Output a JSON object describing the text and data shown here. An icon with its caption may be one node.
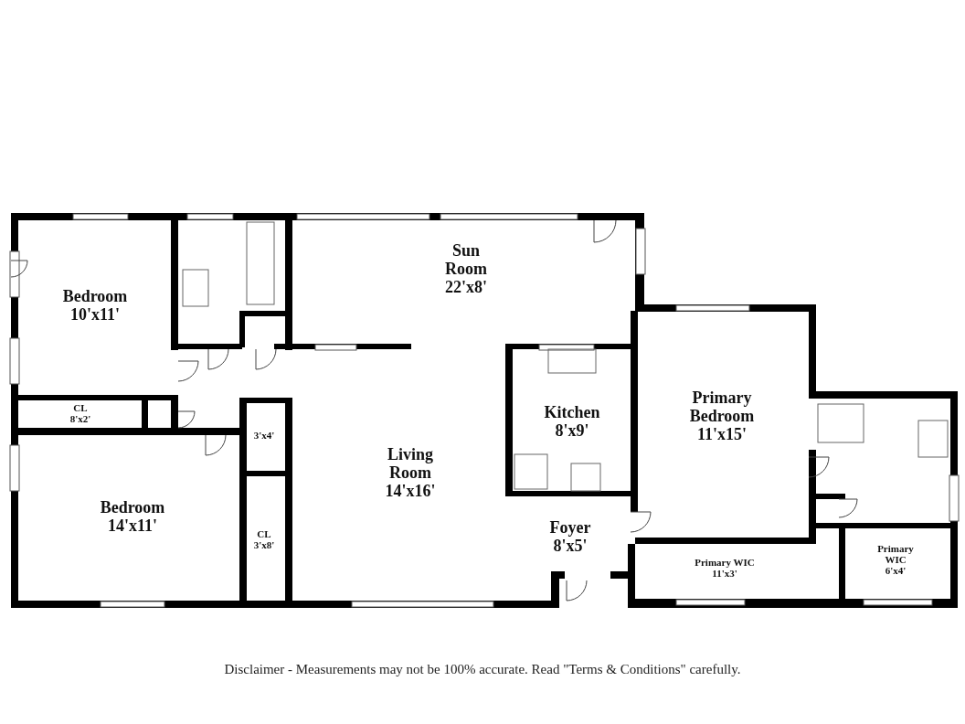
{
  "diagram": {
    "caption": "Disclaimer - Measurements may not be 100% accurate. Read \"Terms & Conditions\" carefully.",
    "nodes": [
      {
        "text": [
          "Bedroom",
          "10'x11'"
        ]
      },
      {
        "text": [
          "CL",
          "8'x2'"
        ]
      },
      {
        "text": [
          "Bedroom",
          "14'x11'"
        ]
      },
      {
        "text": [
          "3'x4'"
        ]
      },
      {
        "text": [
          "CL",
          "3'x8'"
        ]
      },
      {
        "text": [
          "Sun Room",
          "22'x8'"
        ]
      },
      {
        "text": [
          "Living Room",
          "14'x16'"
        ]
      },
      {
        "text": [
          "Kitchen",
          "8'x9'"
        ]
      },
      {
        "text": [
          "Primary Bedroom",
          "11'x15'"
        ]
      },
      {
        "text": [
          "Foyer",
          "8'x5'"
        ]
      },
      {
        "text": [
          "Primary WIC",
          "11'x3'"
        ]
      },
      {
        "text": [
          "Primary WIC",
          "6'x4'"
        ]
      }
    ]
  }
}
